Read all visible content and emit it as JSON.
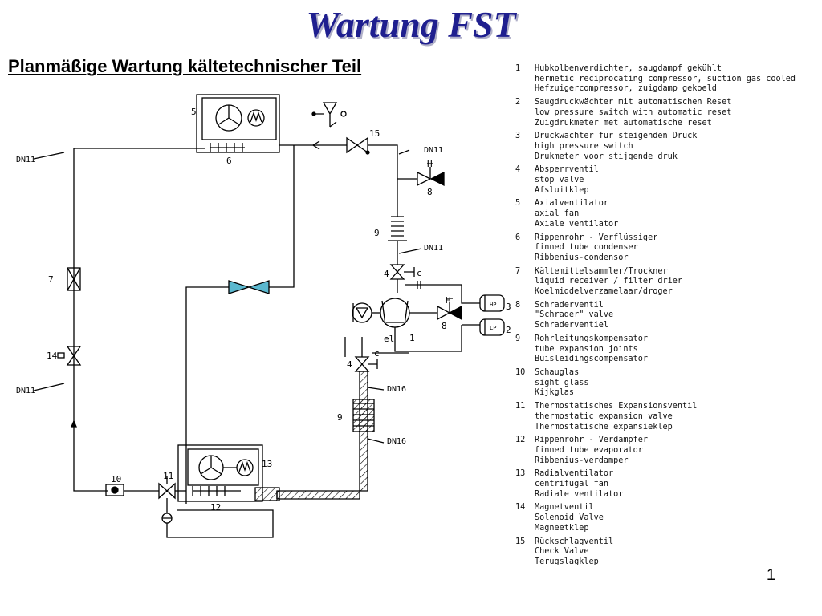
{
  "title": "Wartung FST",
  "subtitle": "Planmäßige Wartung kältetechnischer Teil",
  "page_number": "1",
  "colors": {
    "title": "#1f1f8f",
    "expansion_valve": "#5bb8cf",
    "line": "#000000"
  },
  "diagram": {
    "pipe_labels": {
      "dn11": "DN11",
      "dn16": "DN16"
    },
    "refs": {
      "r1": "1",
      "r2": "2",
      "r3": "3",
      "r4": "4",
      "r5": "5",
      "r6": "6",
      "r7": "7",
      "r8": "8",
      "r9": "9",
      "r10": "10",
      "r11": "11",
      "r12": "12",
      "r13": "13",
      "r14": "14",
      "r15": "15",
      "el": "el",
      "h": "H",
      "c": "c"
    },
    "gauges": {
      "hp": "HP",
      "lp": "LP"
    }
  },
  "legend": [
    {
      "num": "1",
      "lines": [
        "Hubkolbenverdichter, saugdampf gekühlt",
        "hermetic reciprocating compressor, suction gas cooled",
        "Hefzuigercompressor, zuigdamp gekoeld"
      ]
    },
    {
      "num": "2",
      "lines": [
        "Saugdruckwächter mit automatischen Reset",
        "low pressure switch with automatic reset",
        "Zuigdrukmeter met automatische reset"
      ]
    },
    {
      "num": "3",
      "lines": [
        "Druckwächter für steigenden Druck",
        "high pressure switch",
        "Drukmeter voor stijgende druk"
      ]
    },
    {
      "num": "4",
      "lines": [
        "Absperrventil",
        "stop valve",
        "Afsluitklep"
      ]
    },
    {
      "num": "5",
      "lines": [
        "Axialventilator",
        "axial fan",
        "Axiale ventilator"
      ]
    },
    {
      "num": "6",
      "lines": [
        "Rippenrohr - Verflüssiger",
        "finned tube condenser",
        "Ribbenius-condensor"
      ]
    },
    {
      "num": "7",
      "lines": [
        "Kältemittelsammler/Trockner",
        "liquid receiver / filter drier",
        "Koelmiddelverzamelaar/droger"
      ]
    },
    {
      "num": "8",
      "lines": [
        "Schraderventil",
        "\"Schrader\" valve",
        "Schraderventiel"
      ]
    },
    {
      "num": "9",
      "lines": [
        "Rohrleitungskompensator",
        "tube expansion joints",
        "Buisleidingscompensator"
      ]
    },
    {
      "num": "10",
      "lines": [
        "Schauglas",
        "sight glass",
        "Kijkglas"
      ]
    },
    {
      "num": "11",
      "lines": [
        "Thermostatisches Expansionsventil",
        "thermostatic expansion valve",
        "Thermostatische expansieklep"
      ]
    },
    {
      "num": "12",
      "lines": [
        "Rippenrohr - Verdampfer",
        "finned tube evaporator",
        "Ribbenius-verdamper"
      ]
    },
    {
      "num": "13",
      "lines": [
        "Radialventilator",
        "centrifugal fan",
        "Radiale ventilator"
      ]
    },
    {
      "num": "14",
      "lines": [
        "Magnetventil",
        "Solenoid Valve",
        "Magneetklep"
      ]
    },
    {
      "num": "15",
      "lines": [
        "Rückschlagventil",
        "Check Valve",
        "Terugslagklep"
      ]
    }
  ]
}
